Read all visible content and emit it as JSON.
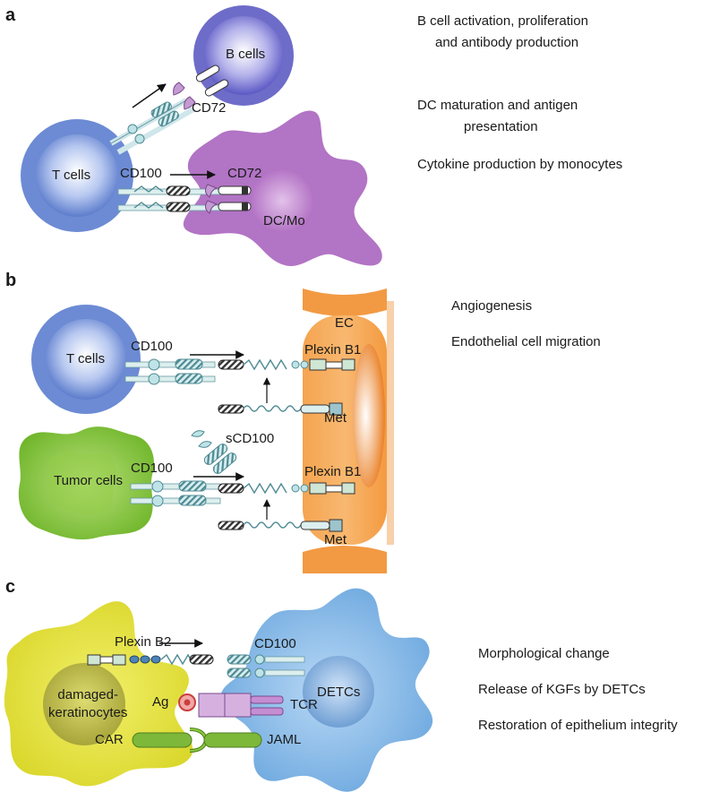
{
  "panels": {
    "a": {
      "letter": "a",
      "cells": {
        "b_cells": "B cells",
        "t_cells": "T cells",
        "dc_mo": "DC/Mo"
      },
      "molecules": {
        "cd72_top": "CD72",
        "cd100": "CD100",
        "cd72_dc": "CD72"
      },
      "outcomes": [
        {
          "line1": "B cell activation, proliferation",
          "line2": "and antibody production"
        },
        {
          "line1": "DC maturation and antigen",
          "line2": "presentation"
        },
        {
          "line1": "Cytokine production by monocytes",
          "line2": ""
        }
      ]
    },
    "b": {
      "letter": "b",
      "cells": {
        "t_cells": "T cells",
        "tumor_cells": "Tumor cells",
        "ec": "EC"
      },
      "molecules": {
        "cd100_t": "CD100",
        "plexin_b1_top": "Plexin B1",
        "met_top": "Met",
        "scd100": "sCD100",
        "cd100_tumor": "CD100",
        "plexin_b1_bottom": "Plexin B1",
        "met_bottom": "Met"
      },
      "outcomes": [
        "Angiogenesis",
        "Endothelial cell migration"
      ]
    },
    "c": {
      "letter": "c",
      "cells": {
        "keratinocytes_line1": "damaged-",
        "keratinocytes_line2": "keratinocytes",
        "detcs": "DETCs"
      },
      "molecules": {
        "plexin_b2": "Plexin B2",
        "cd100": "CD100",
        "ag": "Ag",
        "tcr": "TCR",
        "car": "CAR",
        "jaml": "JAML"
      },
      "outcomes": [
        "Morphological change",
        "Release of KGFs by DETCs",
        "Restoration of epithelium integrity"
      ]
    }
  },
  "colors": {
    "t_cell": "#6f8fd6",
    "b_cell": "#7b79d0",
    "dc_mo": "#b97ac9",
    "tumor": "#8ccc3a",
    "ec": "#f0953e",
    "keratinocyte": "#e6e43a",
    "detc": "#82b7e6",
    "receptor_light": "#b7e1e3",
    "receptor_dark": "#3a3a3a",
    "jaml_car": "#7fb83a",
    "tcr": "#b985c7"
  }
}
